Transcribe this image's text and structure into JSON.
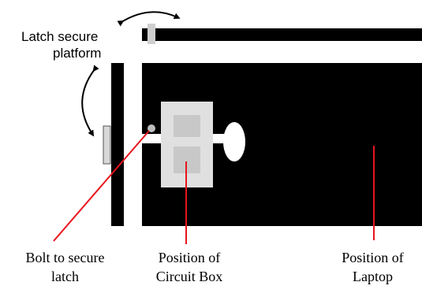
{
  "labels": {
    "latch_platform": [
      "Latch secure",
      "platform"
    ],
    "bolt": [
      "Bolt to secure",
      "latch"
    ],
    "circuit_box": [
      "Position of",
      "Circuit Box"
    ],
    "laptop": [
      "Position of",
      "Laptop"
    ]
  },
  "colors": {
    "structure": "#000000",
    "pointer": "#e8141c",
    "box_frame": "#e0e0e0",
    "box_inner": "#c8c8c8",
    "background": "#ffffff"
  }
}
